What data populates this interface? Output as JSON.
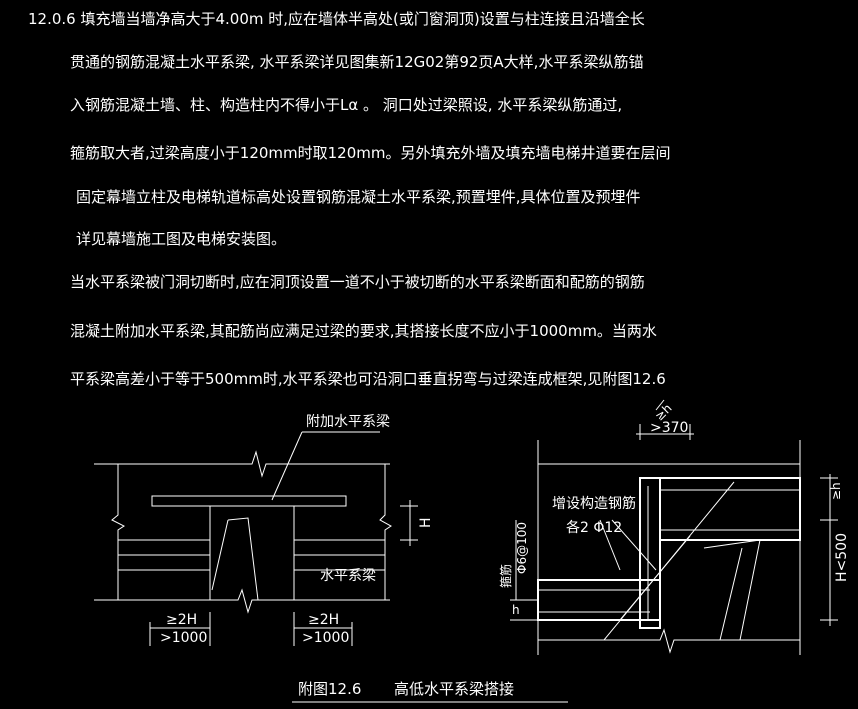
{
  "notes": {
    "p1": [
      "12.0.6  填充墙当墙净高大于4.00m 时,应在墙体半高处(或门窗洞顶)设置与柱连接且沿墙全长",
      "贯通的钢筋混凝土水平系梁, 水平系梁详见图集新12G02第92页A大样,水平系梁纵筋锚",
      "入钢筋混凝土墙、柱、构造柱内不得小于Lα 。 洞口处过梁照设, 水平系梁纵筋通过,",
      "箍筋取大者,过梁高度小于120mm时取120mm。另外填充外墙及填充墙电梯井道要在层间",
      "固定幕墙立柱及电梯轨道标高处设置钢筋混凝土水平系梁,预置埋件,具体位置及预埋件",
      "详见幕墙施工图及电梯安装图。"
    ],
    "p2": [
      "当水平系梁被门洞切断时,应在洞顶设置一道不小于被切断的水平系梁断面和配筋的钢筋",
      "混凝土附加水平系梁,其配筋尚应满足过梁的要求,其搭接长度不应小于1000mm。当两水",
      "平系梁高差小于等于500mm时,水平系梁也可沿洞口垂直拐弯与过梁连成框架,见附图12.6"
    ]
  },
  "figure_left": {
    "label_additional_beam": "附加水平系梁",
    "label_horizontal_beam": "水平系梁",
    "dim_h": "H",
    "dim_left_top": "≥2H",
    "dim_left_bottom": ">1000",
    "dim_right_top": "≥2H",
    "dim_right_bottom": ">1000"
  },
  "figure_right": {
    "dim_top_a": "≥h",
    "dim_top_b": ">370",
    "label_added_rebar": "增设构造钢筋",
    "label_rebar_spec": "各2 Φ12",
    "label_stirrup": "箍筋",
    "label_stirrup_spec": "Φ6@100",
    "dim_h_right_top": "≥h",
    "dim_h_right": "H<500",
    "dim_h_small": "h"
  },
  "caption": {
    "number": "附图12.6",
    "title": "高低水平系梁搭接"
  },
  "colors": {
    "background": "#000000",
    "lines": "#ffffff",
    "accent": "#ffd400"
  }
}
